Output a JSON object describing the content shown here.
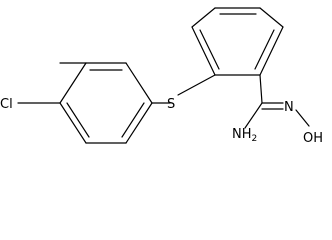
{
  "molecule": {
    "atoms": {
      "cl": "Cl",
      "s": "S",
      "nh2": "NH",
      "nh2_subscript": "2",
      "n": "N",
      "oh": "OH"
    },
    "colors": {
      "bond": "#000000",
      "label": "#000000",
      "background": "#ffffff"
    }
  }
}
